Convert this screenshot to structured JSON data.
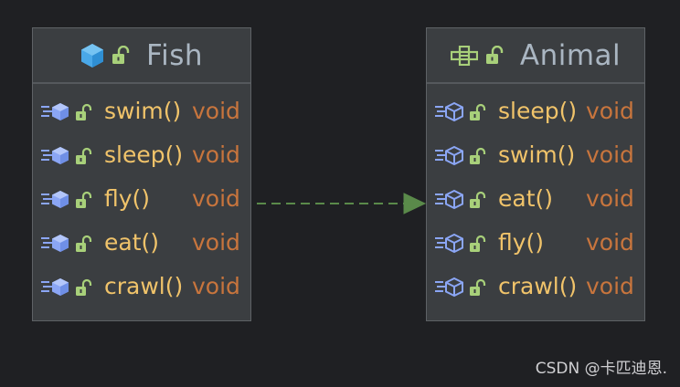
{
  "fish": {
    "title": "Fish",
    "methods": [
      {
        "name": "swim()",
        "type": "void"
      },
      {
        "name": "sleep()",
        "type": "void"
      },
      {
        "name": "fly()",
        "type": "void"
      },
      {
        "name": "eat()",
        "type": "void"
      },
      {
        "name": "crawl()",
        "type": "void"
      }
    ]
  },
  "animal": {
    "title": "Animal",
    "methods": [
      {
        "name": "sleep()",
        "type": "void"
      },
      {
        "name": "swim()",
        "type": "void"
      },
      {
        "name": "eat()",
        "type": "void"
      },
      {
        "name": "fly()",
        "type": "void"
      },
      {
        "name": "crawl()",
        "type": "void"
      }
    ]
  },
  "relationship": {
    "type": "realization",
    "from": "Fish",
    "to": "Animal"
  },
  "watermark": "CSDN @卡匹迪恩.",
  "colors": {
    "background": "#1f2023",
    "box": "#3b3e41",
    "title": "#aab6c2",
    "method_name": "#f0c36a",
    "method_type": "#c8753d",
    "class_icon": "#4aa8e8",
    "interface_icon": "#a8d07a",
    "lock_icon": "#a8d07a",
    "method_icon": "#8ba6f5",
    "arrow": "#5a8a4a"
  }
}
